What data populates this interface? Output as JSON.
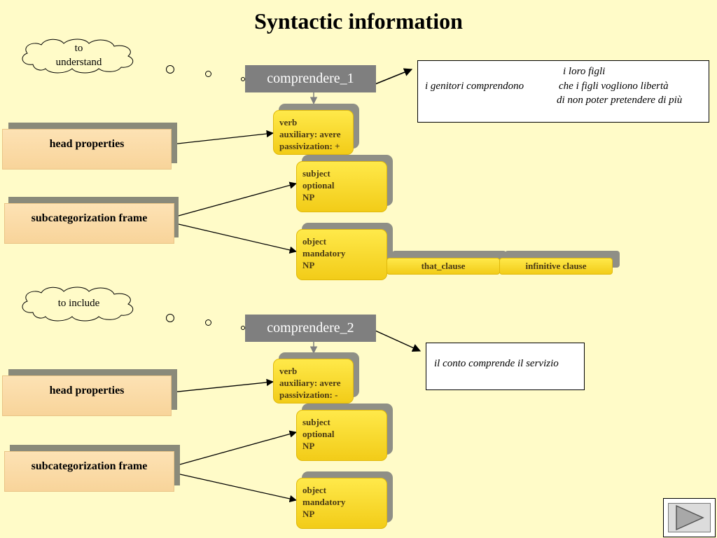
{
  "title": "Syntactic information",
  "senses": [
    {
      "cloud": "to understand",
      "entry": "comprendere_1",
      "head_label": "head properties",
      "subcat_label": "subcategorization frame",
      "verb_box": [
        "verb",
        "auxiliary: avere",
        "passivization: +"
      ],
      "subject_box": [
        "subject",
        "optional",
        "NP"
      ],
      "object_box": [
        "object",
        "mandatory",
        "NP"
      ],
      "clauses": [
        "that_clause",
        "infinitive clause"
      ],
      "example": {
        "subject": "i genitori comprendono",
        "lines": [
          "i loro figli",
          "che i figli vogliono libertà",
          "di non poter pretendere di più"
        ]
      }
    },
    {
      "cloud": "to include",
      "entry": "comprendere_2",
      "head_label": "head properties",
      "subcat_label": "subcategorization frame",
      "verb_box": [
        "verb",
        "auxiliary: avere",
        "passivization: -"
      ],
      "subject_box": [
        "subject",
        "optional",
        "NP"
      ],
      "object_box": [
        "object",
        "mandatory",
        "NP"
      ],
      "example": {
        "text": "il conto comprende il servizio"
      }
    }
  ],
  "nav": {
    "icon": "play-next-icon"
  }
}
